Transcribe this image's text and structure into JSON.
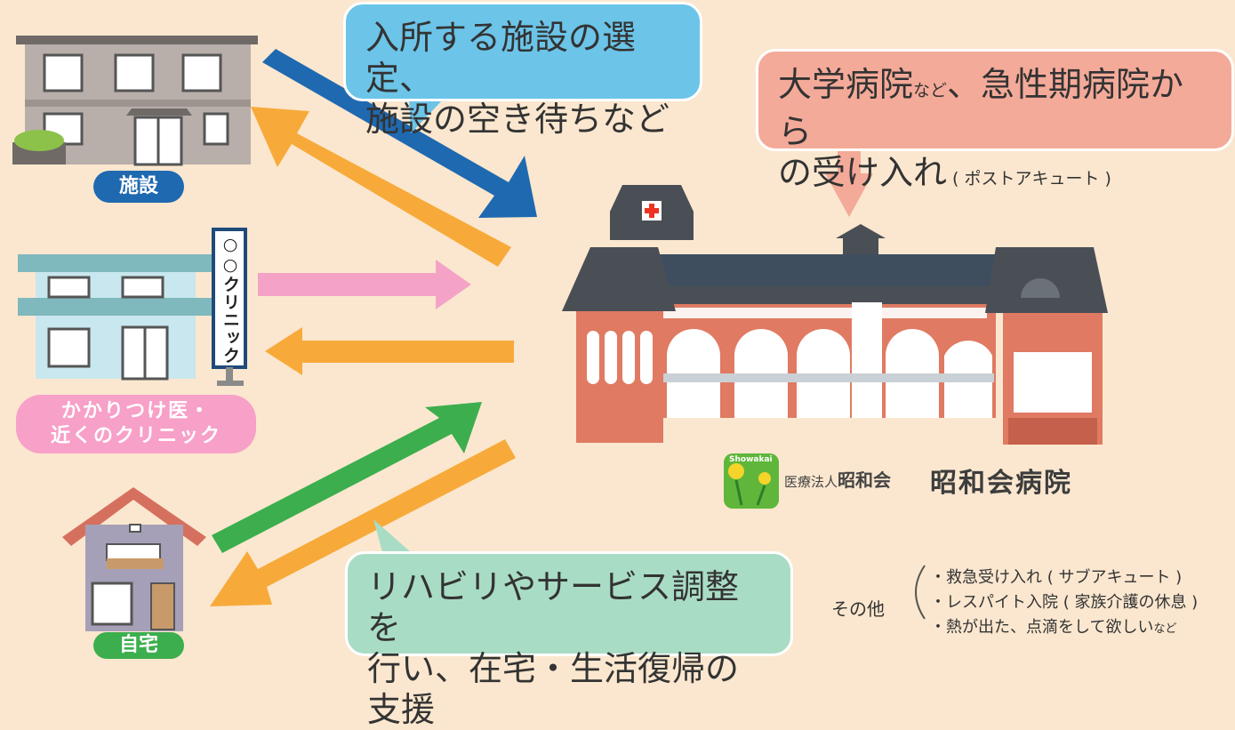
{
  "bubbles": {
    "facility_selection": {
      "line1": "入所する施設の選定、",
      "line2": "施設の空き待ちなど"
    },
    "acute": {
      "line1_main": "大学病院",
      "line1_small": "など",
      "line1_rest": "、急性期病院から",
      "line2_main": "の受け入れ",
      "line2_small": " ( ポストアキュート )"
    },
    "rehab": {
      "line1": "リハビリやサービス調整を",
      "line2": "行い、在宅・生活復帰の支援"
    }
  },
  "places": {
    "facility": {
      "label": "施設"
    },
    "clinic": {
      "label_line1": "かかりつけ医・",
      "label_line2": "近くのクリニック",
      "sign": "○○クリニック"
    },
    "home": {
      "label": "自宅"
    }
  },
  "hospital": {
    "logo_text": "Showakai",
    "corp_prefix": "医療法人",
    "corp_name": "昭和会",
    "name": "昭和会病院"
  },
  "others": {
    "label": "その他",
    "items": [
      {
        "main": "・救急受け入れ ( サブアキュート )",
        "small": ""
      },
      {
        "main": "・レスパイト入院 ( 家族介護の休息 )",
        "small": ""
      },
      {
        "main": "・熱が出た、点滴をして欲しい",
        "small": "など"
      }
    ]
  },
  "colors": {
    "background": "#fbe7cf",
    "arrow_blue": "#1f69b0",
    "arrow_orange": "#f7aa3a",
    "arrow_pink": "#f4a3c7",
    "arrow_green": "#3cae4e",
    "hospital_brick": "#e07a62",
    "roof_dark": "#4a4f55"
  }
}
